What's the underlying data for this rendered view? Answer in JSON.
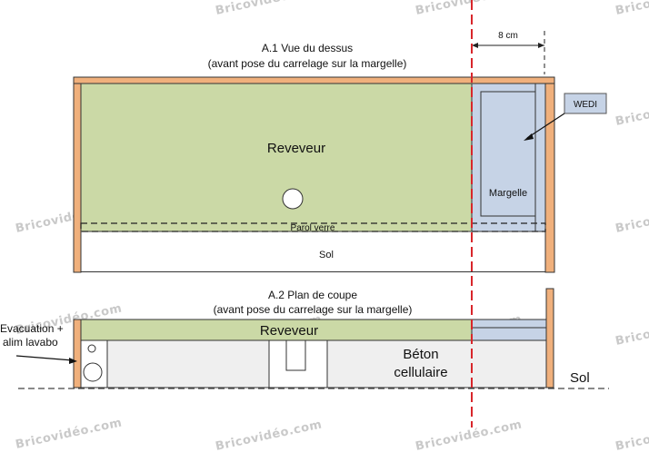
{
  "top_view": {
    "title_line1": "A.1 Vue du dessus",
    "title_line2": "(avant pose du carrelage sur la margelle)",
    "reveveur": "Reveveur",
    "margelle": "Margelle",
    "parol_verre": "Parol verre",
    "sol": "Sol"
  },
  "dimension": {
    "label": "8 cm"
  },
  "wedi": {
    "label": "WEDI"
  },
  "section_view": {
    "title_line1": "A.2 Plan de coupe",
    "title_line2": "(avant pose du carrelage sur la margelle)",
    "reveveur": "Reveveur",
    "beton_line1": "Béton",
    "beton_line2": "cellulaire",
    "sol": "Sol",
    "evacuation_line1": "Evacuation +",
    "evacuation_line2": "alim lavabo"
  },
  "watermark": {
    "text": "Bricovidéo.com"
  },
  "colors": {
    "green": "#cbd9a6",
    "blue": "#c6d3e6",
    "orange": "#f0b07c",
    "outline": "#333333",
    "red_dash": "#d8262b",
    "light_grey": "#efefef"
  }
}
